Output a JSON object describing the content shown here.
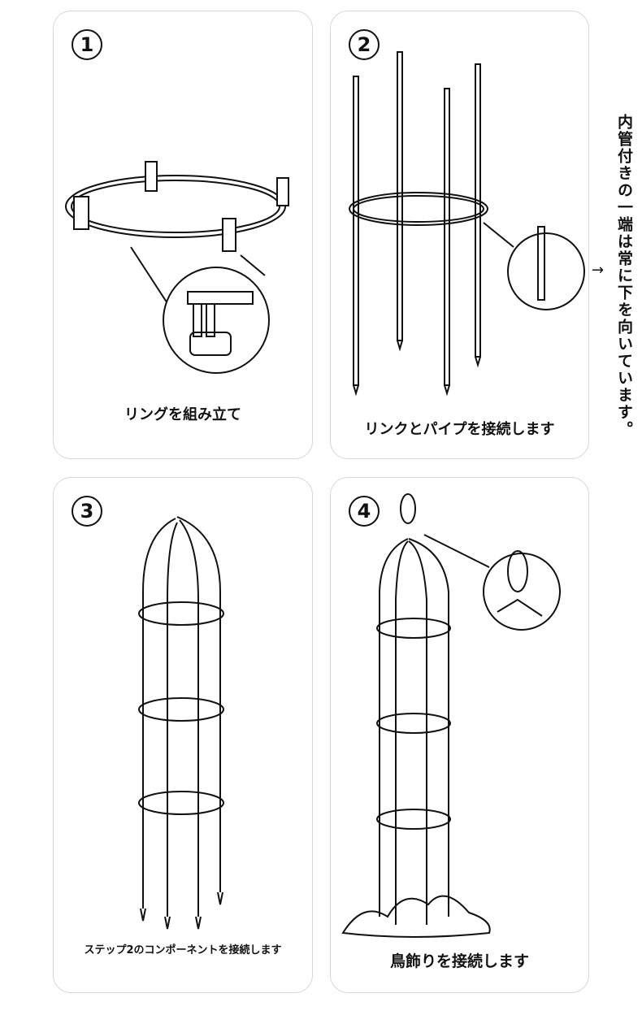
{
  "steps": [
    {
      "number": "1",
      "caption": "リングを組み立て"
    },
    {
      "number": "2",
      "caption": "リンクとパイプを接続します"
    },
    {
      "number": "3",
      "caption": "ステップ2のコンポーネントを接続します"
    },
    {
      "number": "4",
      "caption": "鳥飾りを接続します"
    }
  ],
  "side_note": {
    "arrow": "→",
    "text": "内管付きの一端は常に下を向いています。"
  }
}
